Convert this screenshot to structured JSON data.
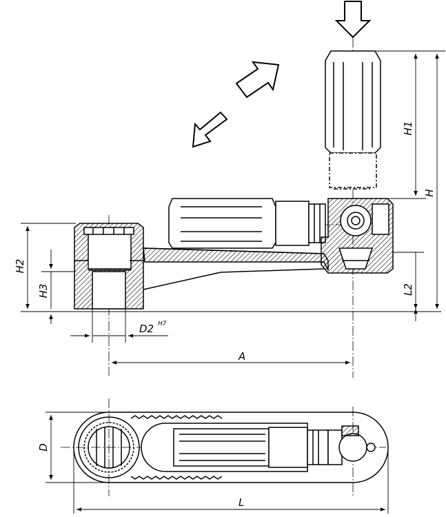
{
  "dimensions": {
    "H": "H",
    "H1": "H1",
    "H2": "H2",
    "H3": "H3",
    "L2": "L2",
    "D2": "D2",
    "D2_tolerance": "H7",
    "A": "A",
    "D": "D",
    "L": "L"
  },
  "colors": {
    "line": "#000000",
    "background": "#ffffff"
  },
  "icons": {
    "arrow_down": "push-down-arrow-icon",
    "arrow_engage": "swivel-out-arrow-icon",
    "arrow_disengage": "swivel-in-arrow-icon"
  }
}
